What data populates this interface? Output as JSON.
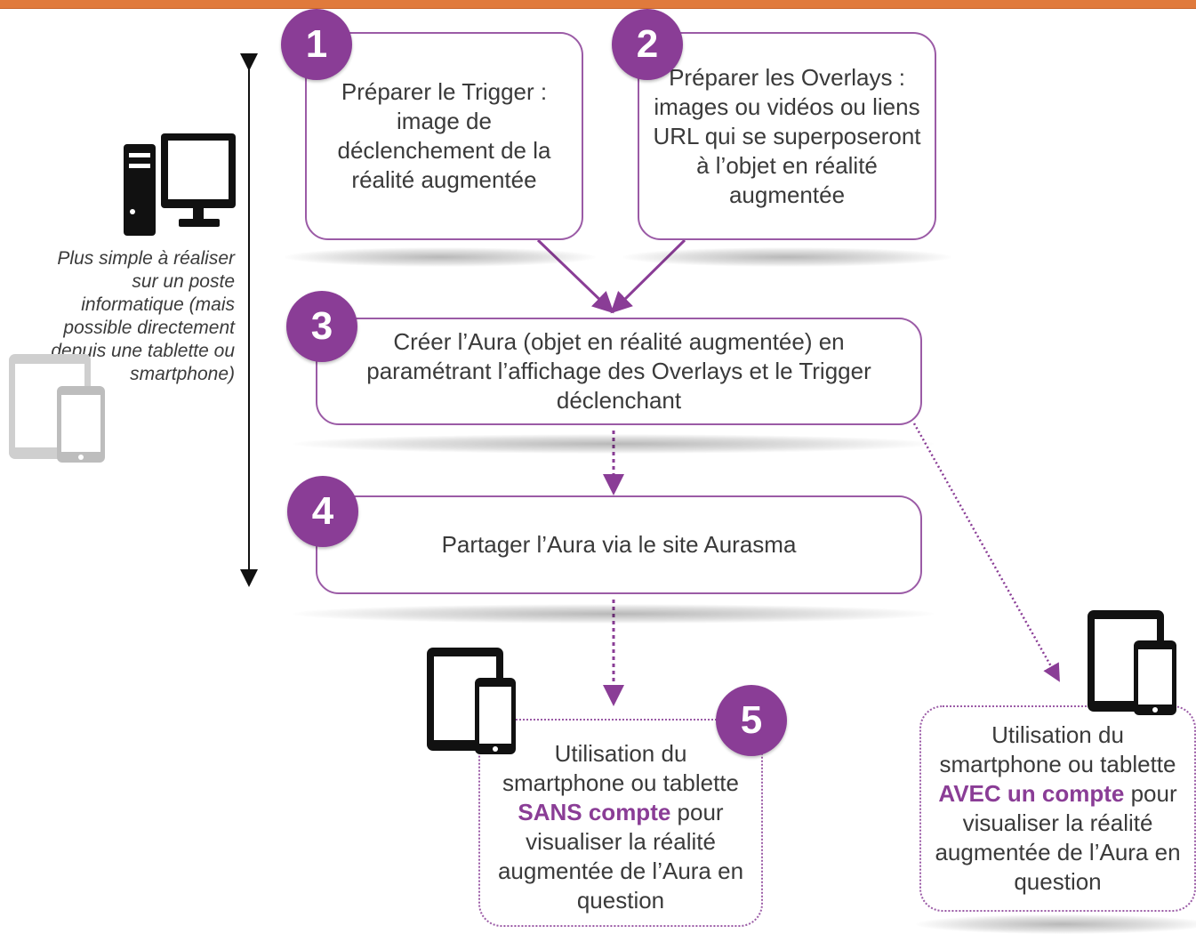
{
  "colors": {
    "accent": "#8a3d96",
    "box_border": "#9b5ba6",
    "top_bar": "#e07a3c",
    "arrow": "#8a3d96"
  },
  "side": {
    "note": "Plus simple à réaliser sur un poste informatique (mais possible directement depuis une tablette ou smartphone)",
    "icons": [
      "desktop-computer-icon",
      "tablet-phone-icon"
    ]
  },
  "steps": [
    {
      "number": "1",
      "text": "Préparer le Trigger : image de déclenchement de la réalité augmentée"
    },
    {
      "number": "2",
      "text": "Préparer les Overlays : images ou vidéos ou liens URL qui se superposeront à l’objet en réalité augmentée"
    },
    {
      "number": "3",
      "text": "Créer l’Aura (objet en réalité augmentée) en paramétrant l’affichage des Overlays et le Trigger déclenchant"
    },
    {
      "number": "4",
      "text": "Partager l’Aura via le site Aurasma"
    },
    {
      "number": "5",
      "text_before": "Utilisation du smartphone ou tablette",
      "highlight": "SANS compte",
      "text_after": "pour visualiser la réalité augmentée de l’Aura en question"
    }
  ],
  "account_box": {
    "text_before": "Utilisation du smartphone ou tablette",
    "highlight": "AVEC un compte",
    "text_after": "pour visualiser la réalité augmentée de l’Aura en question"
  }
}
